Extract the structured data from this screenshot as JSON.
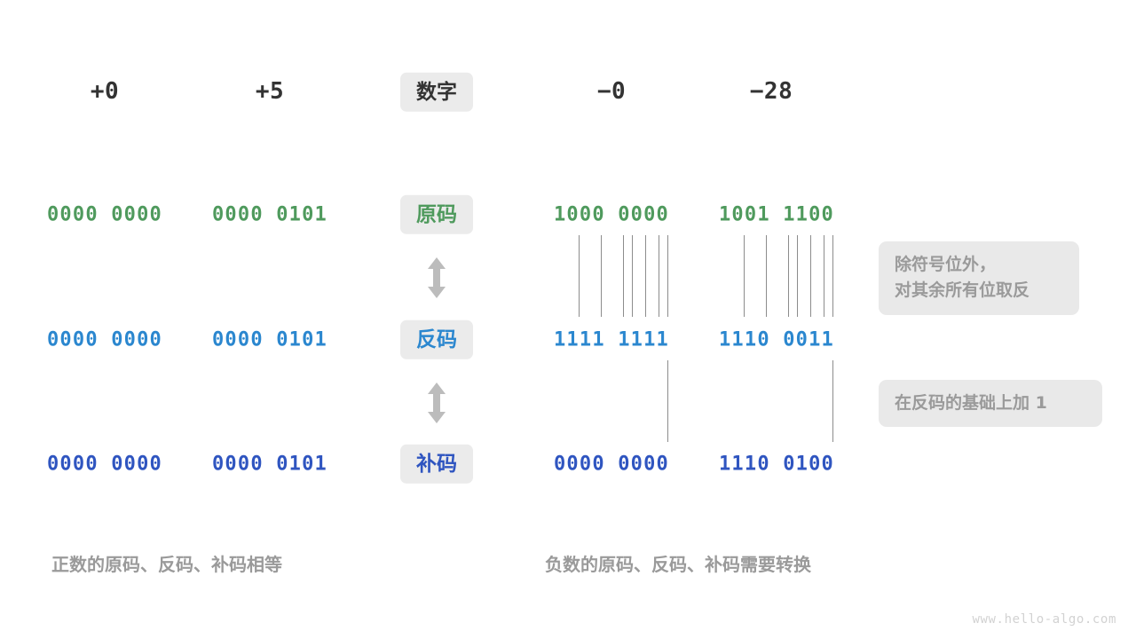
{
  "diagram": {
    "title_chip": "数字",
    "watermark": "www.hello-algo.com",
    "columns": [
      {
        "name": "plus-zero",
        "header": "+0"
      },
      {
        "name": "plus-five",
        "header": "+5"
      },
      {
        "name": "minus-zero",
        "header": "−0"
      },
      {
        "name": "minus-28",
        "header": "−28"
      }
    ],
    "rows": [
      {
        "key": "true-form",
        "chip": "原码",
        "color": "green",
        "values": [
          "0000 0000",
          "0000 0101",
          "1000 0000",
          "1001 1100"
        ]
      },
      {
        "key": "ones-complement",
        "chip": "反码",
        "color": "blue",
        "values": [
          "0000 0000",
          "0000 0101",
          "1111 1111",
          "1110 0011"
        ]
      },
      {
        "key": "twos-complement",
        "chip": "补码",
        "color": "indigo",
        "values": [
          "0000 0000",
          "0000 0101",
          "0000 0000",
          "1110 0100"
        ]
      }
    ],
    "notes": [
      {
        "key": "invert-note",
        "text": "除符号位外，\n对其余所有位取反"
      },
      {
        "key": "plus-one-note",
        "text": "在反码的基础上加  1"
      }
    ],
    "captions": [
      {
        "key": "positive-caption",
        "text": "正数的原码、反码、补码相等"
      },
      {
        "key": "negative-caption",
        "text": "负数的原码、反码、补码需要转换"
      }
    ],
    "colors": {
      "green": "#4f9a5d",
      "blue": "#2b87cf",
      "indigo": "#2f55c0",
      "chip_bg": "#ebebeb",
      "note_bg": "#e9e9e9",
      "muted": "#9a9a9a",
      "dark": "#333333",
      "line": "#8c8c8c"
    },
    "arrows": [
      {
        "key": "arrow-true-to-ones"
      },
      {
        "key": "arrow-ones-to-twos"
      }
    ]
  }
}
